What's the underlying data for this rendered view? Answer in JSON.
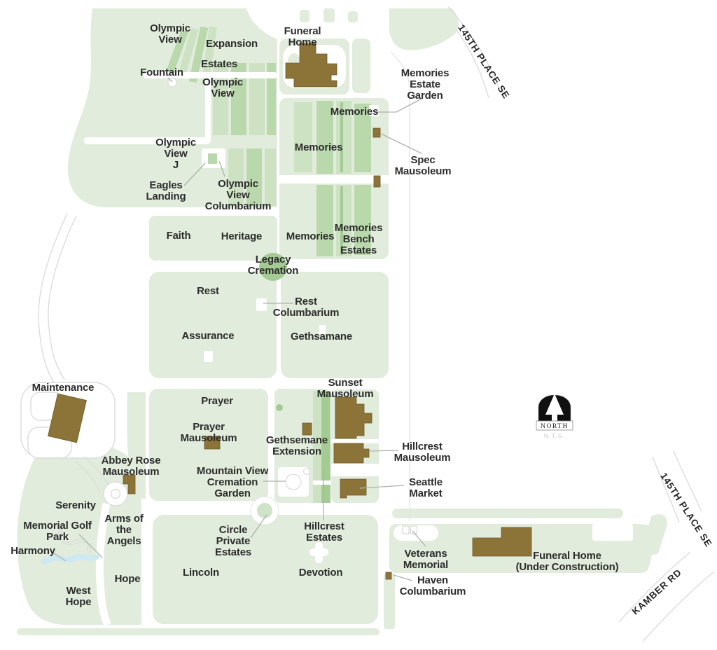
{
  "compass": {
    "north": "NORTH",
    "nts": "N.T.S."
  },
  "roads": [
    {
      "id": "145th-place-se-top",
      "text": "145TH PLACE SE"
    },
    {
      "id": "145th-place-se-right",
      "text": "145TH PLACE SE"
    },
    {
      "id": "kamber-rd",
      "text": "KAMBER RD"
    }
  ],
  "colors": {
    "section_green": "#e1ecdc",
    "strip_green_light": "#cde2c2",
    "strip_green": "#b9d8ab",
    "accent_green": "#a4cb93",
    "building_brown": "#8c7338",
    "water_blue": "#cfe9f2",
    "road_outline": "#dcdcdc",
    "label_color": "#2d2d2d"
  },
  "labels": [
    {
      "id": "olympic-view-nw",
      "text": "Olympic\nView"
    },
    {
      "id": "expansion",
      "text": "Expansion"
    },
    {
      "id": "estates",
      "text": "Estates"
    },
    {
      "id": "fountain",
      "text": "Fountain"
    },
    {
      "id": "olympic-view-mid",
      "text": "Olympic\nView"
    },
    {
      "id": "funeral-home",
      "text": "Funeral\nHome"
    },
    {
      "id": "memories-estate-garden",
      "text": "Memories\nEstate\nGarden"
    },
    {
      "id": "memories-1",
      "text": "Memories"
    },
    {
      "id": "memories-2",
      "text": "Memories"
    },
    {
      "id": "olympic-view-j",
      "text": "Olympic\nView\nJ"
    },
    {
      "id": "spec-mausoleum",
      "text": "Spec\nMausoleum"
    },
    {
      "id": "eagles-landing",
      "text": "Eagles\nLanding"
    },
    {
      "id": "olympic-view-columbarium",
      "text": "Olympic\nView\nColumbarium"
    },
    {
      "id": "faith",
      "text": "Faith"
    },
    {
      "id": "heritage",
      "text": "Heritage"
    },
    {
      "id": "memories-3",
      "text": "Memories"
    },
    {
      "id": "memories-bench-estates",
      "text": "Memories\nBench\nEstates"
    },
    {
      "id": "legacy-cremation",
      "text": "Legacy\nCremation"
    },
    {
      "id": "rest",
      "text": "Rest"
    },
    {
      "id": "rest-columbarium",
      "text": "Rest\nColumbarium"
    },
    {
      "id": "assurance",
      "text": "Assurance"
    },
    {
      "id": "gethsamane",
      "text": "Gethsamane"
    },
    {
      "id": "maintenance",
      "text": "Maintenance"
    },
    {
      "id": "prayer",
      "text": "Prayer"
    },
    {
      "id": "sunset-mausoleum",
      "text": "Sunset\nMausoleum"
    },
    {
      "id": "prayer-mausoleum",
      "text": "Prayer\nMausoleum"
    },
    {
      "id": "gethsemane-extension",
      "text": "Gethsemane\nExtension"
    },
    {
      "id": "hillcrest-mausoleum",
      "text": "Hillcrest\nMausoleum"
    },
    {
      "id": "abbey-rose-mausoleum",
      "text": "Abbey Rose\nMausoleum"
    },
    {
      "id": "mountain-view-cremation-garden",
      "text": "Mountain View\nCremation\nGarden"
    },
    {
      "id": "seattle-market",
      "text": "Seattle\nMarket"
    },
    {
      "id": "serenity",
      "text": "Serenity"
    },
    {
      "id": "arms-of-the-angels",
      "text": "Arms of\nthe\nAngels"
    },
    {
      "id": "memorial-golf-park",
      "text": "Memorial Golf\nPark"
    },
    {
      "id": "harmony",
      "text": "Harmony"
    },
    {
      "id": "circle-private-estates",
      "text": "Circle\nPrivate\nEstates"
    },
    {
      "id": "hillcrest-estates",
      "text": "Hillcrest\nEstates"
    },
    {
      "id": "veterans-memorial",
      "text": "Veterans\nMemorial"
    },
    {
      "id": "funeral-home-under-construction",
      "text": "Funeral Home\n(Under Construction)"
    },
    {
      "id": "hope",
      "text": "Hope"
    },
    {
      "id": "lincoln",
      "text": "Lincoln"
    },
    {
      "id": "devotion",
      "text": "Devotion"
    },
    {
      "id": "haven-columbarium",
      "text": "Haven\nColumbarium"
    },
    {
      "id": "west-hope",
      "text": "West\nHope"
    }
  ]
}
